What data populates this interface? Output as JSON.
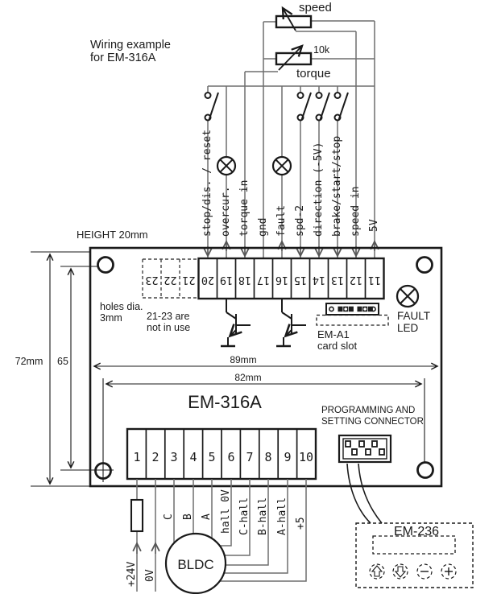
{
  "title": {
    "line1": "Wiring example",
    "line2": "for EM-316A"
  },
  "pots": {
    "speed_label": "speed",
    "torque_label": "torque",
    "resistance": "10k"
  },
  "signals": [
    "stop/dis. / reset",
    "overcur.",
    "torque in",
    "gnd",
    "fault",
    "spd-2",
    "direction (-5V)",
    "brake/start/stop",
    "speed in",
    "5V"
  ],
  "top_terminals": [
    "23",
    "22",
    "21",
    "20",
    "19",
    "18",
    "17",
    "16",
    "15",
    "14",
    "13",
    "12",
    "11"
  ],
  "bottom_terminals": [
    "1",
    "2",
    "3",
    "4",
    "5",
    "6",
    "7",
    "8",
    "9",
    "10"
  ],
  "board": {
    "name": "EM-316A",
    "height_note": "HEIGHT 20mm",
    "holes_note_line1": "holes dia.",
    "holes_note_line2": "3mm",
    "unused_note_line1": "21-23 are",
    "unused_note_line2": "not in use",
    "fault_led_line1": "FAULT",
    "fault_led_line2": "LED",
    "card_slot_line1": "EM-A1",
    "card_slot_line2": "card slot",
    "prog_line1": "PROGRAMMING AND",
    "prog_line2": "SETTING CONNECTOR"
  },
  "dimensions": {
    "width_outer": "89mm",
    "width_holes": "82mm",
    "height_outer": "72mm",
    "height_holes": "65"
  },
  "motor_labels": [
    "+24V",
    "0V",
    "C",
    "B",
    "A",
    "hall 0V",
    "C-hall",
    "B-hall",
    "A-hall",
    "+5"
  ],
  "motor": {
    "name": "BLDC"
  },
  "em236": {
    "name": "EM-236"
  },
  "colors": {
    "ink": "#1a1a1a",
    "wire": "#6e6e6e"
  }
}
